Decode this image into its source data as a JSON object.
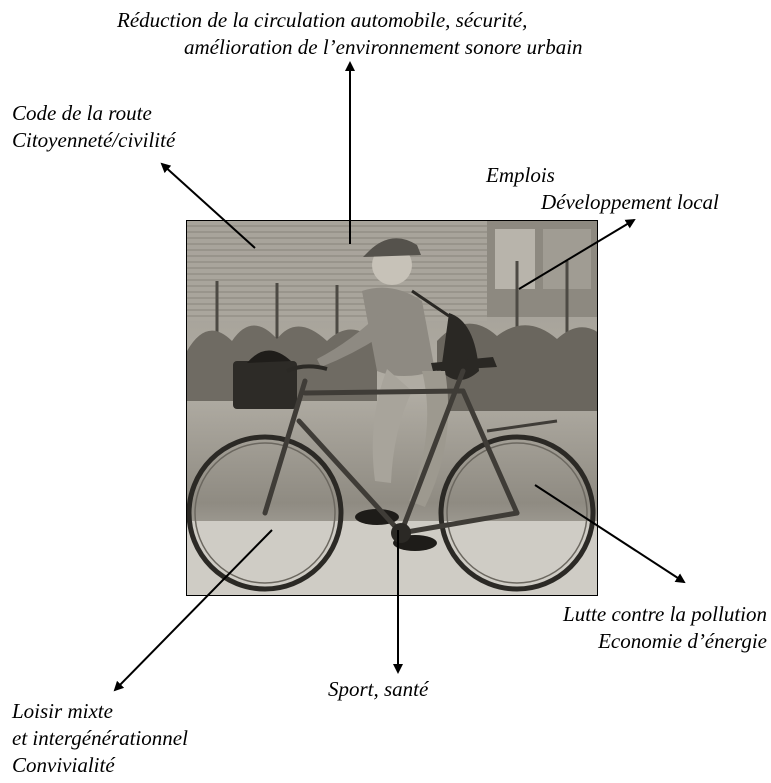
{
  "labels": {
    "top_line1": "Réduction de la circulation automobile, sécurité,",
    "top_line2": "amélioration de l’environnement sonore urbain",
    "topleft_line1": "Code de la route",
    "topleft_line2": "Citoyenneté/civilité",
    "topright_line1": "Emplois",
    "topright_line2": "Développement local",
    "right_line1": "Lutte contre la pollution",
    "right_line2": "Economie d’énergie",
    "bottom": "Sport, santé",
    "bottomleft_line1": "Loisir mixte",
    "bottomleft_line2": "et intergénérationnel",
    "bottomleft_line3": "Convivialité"
  },
  "colors": {
    "ink": "#000000",
    "photo_tone": "#a9a59c"
  },
  "photo": {
    "subject": "cyclist-on-city-bicycle"
  }
}
